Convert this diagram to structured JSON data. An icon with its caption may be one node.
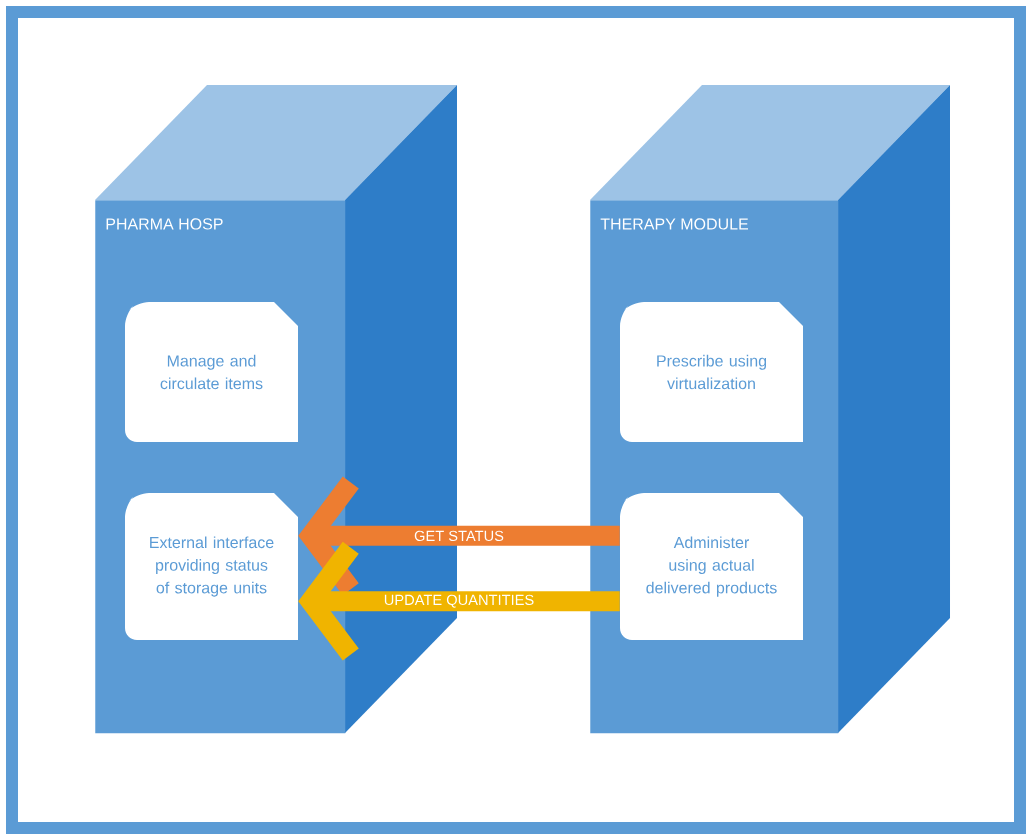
{
  "diagram": {
    "nodes": [
      {
        "text": [
          "PHARMA HOSP"
        ]
      },
      {
        "text": [
          "Manage and circulate items"
        ],
        "in": 0
      },
      {
        "text": [
          "External interface providing status of storage units"
        ],
        "in": 0
      },
      {
        "text": [
          "THERAPY MODULE"
        ]
      },
      {
        "text": [
          "Prescribe using virtualization"
        ],
        "in": 3
      },
      {
        "text": [
          "Administer using actual delivered products"
        ],
        "in": 3
      }
    ],
    "edges": [
      {
        "from": 5,
        "to": 2,
        "arrow": "to",
        "label": "GET STATUS",
        "color": "#ed7d31"
      },
      {
        "from": 5,
        "to": 2,
        "arrow": "to",
        "label": "UPDATE QUANTITIES",
        "color": "#f0b400"
      }
    ]
  }
}
